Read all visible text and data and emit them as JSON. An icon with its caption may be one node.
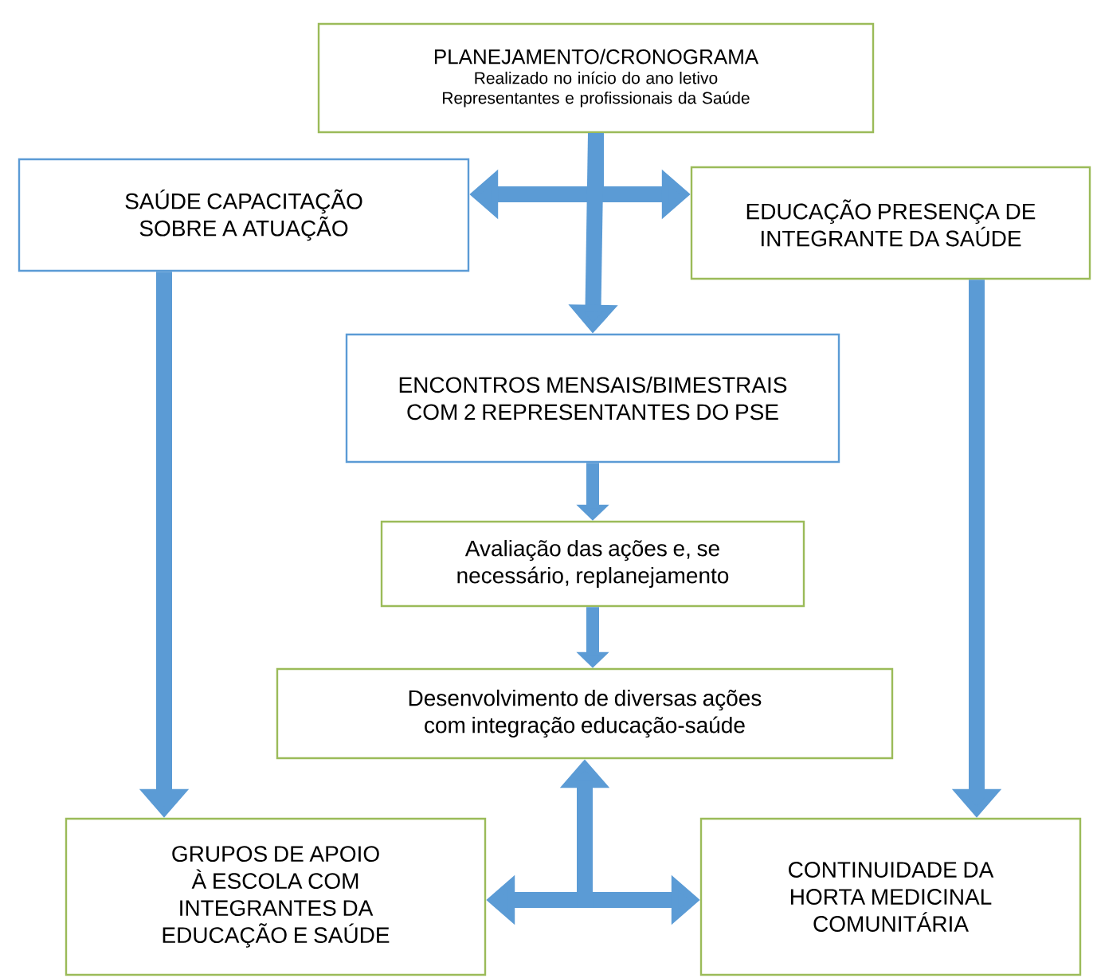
{
  "diagram": {
    "nodes": [
      {
        "text": [
          "PLANEJAMENTO/CRONOGRAMA",
          "Realizado no início do ano letivo",
          "Representantes e profissionais da Saúde"
        ]
      },
      {
        "text": [
          "SAÚDE CAPACITAÇÃO SOBRE A ATUAÇÃO"
        ]
      },
      {
        "text": [
          "EDUCAÇÃO PRESENÇA DE INTEGRANTE DA SAÚDE"
        ]
      },
      {
        "text": [
          "ENCONTROS MENSAIS/BIMESTRAIS COM 2 REPRESENTANTES DO PSE"
        ]
      },
      {
        "text": [
          "Avaliação das ações e, se necessário, replanejamento"
        ]
      },
      {
        "text": [
          "Desenvolvimento de diversas ações com integração educação-saúde"
        ]
      },
      {
        "text": [
          "GRUPOS DE APOIO À ESCOLA COM INTEGRANTES DA EDUCAÇÃO E SAÚDE"
        ]
      },
      {
        "text": [
          "CONTINUIDADE DA HORTA MEDICINAL COMUNITÁRIA"
        ]
      }
    ],
    "edges": [
      {
        "from": 0,
        "to": 1,
        "arrow": "to"
      },
      {
        "from": 0,
        "to": 2,
        "arrow": "to"
      },
      {
        "from": 0,
        "to": 3,
        "arrow": "to"
      },
      {
        "from": 3,
        "to": 4,
        "arrow": "to"
      },
      {
        "from": 4,
        "to": 5,
        "arrow": "to"
      },
      {
        "from": 1,
        "to": 6,
        "arrow": "to"
      },
      {
        "from": 2,
        "to": 7,
        "arrow": "to"
      },
      {
        "from": 6,
        "to": 7,
        "arrow": "both"
      },
      {
        "from": null,
        "to": 5,
        "arrow": "to"
      }
    ]
  }
}
